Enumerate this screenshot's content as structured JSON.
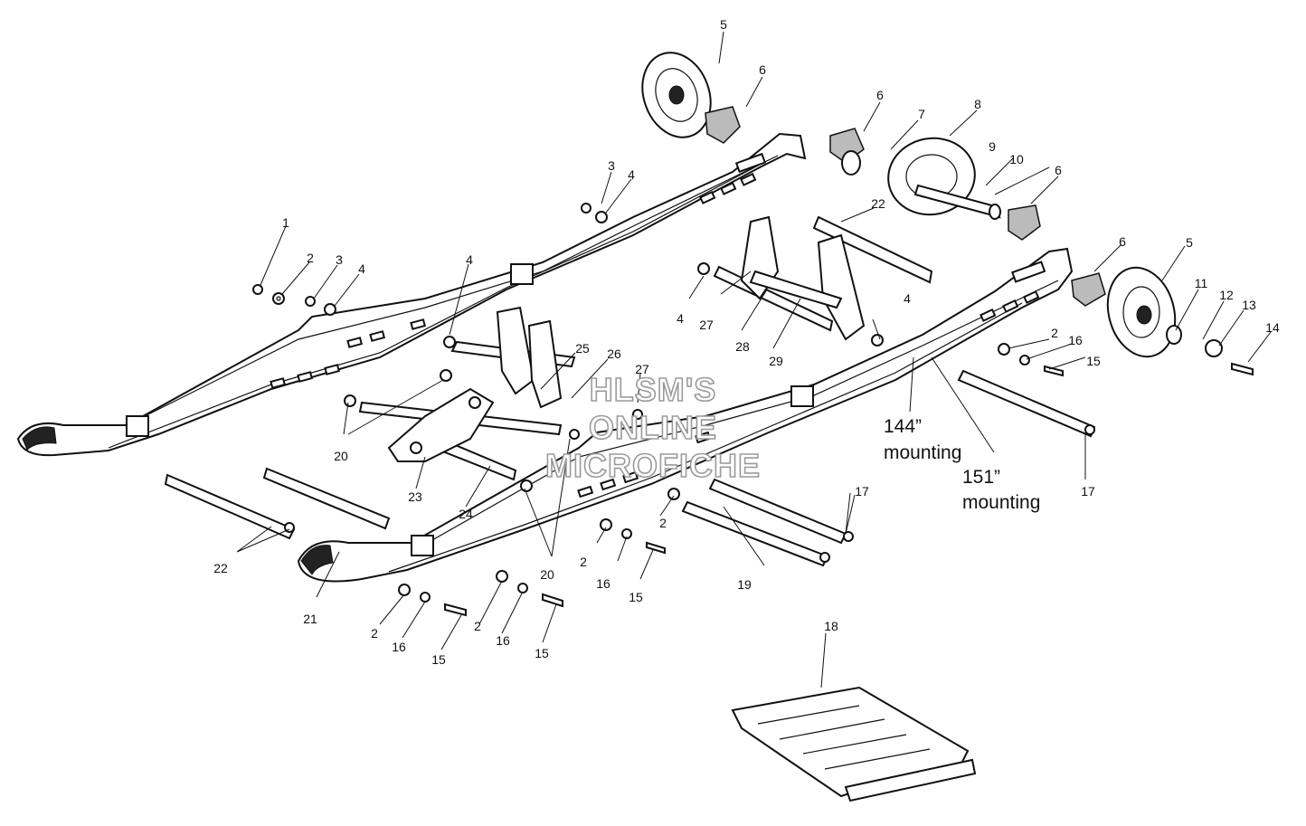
{
  "callouts": [
    {
      "id": "c1",
      "text": "1"
    },
    {
      "id": "c2a",
      "text": "2"
    },
    {
      "id": "c3a",
      "text": "3"
    },
    {
      "id": "c4a",
      "text": "4"
    },
    {
      "id": "c3b",
      "text": "3"
    },
    {
      "id": "c4b",
      "text": "4"
    },
    {
      "id": "c4c",
      "text": "4"
    },
    {
      "id": "c4d",
      "text": "4"
    },
    {
      "id": "c4e",
      "text": "4"
    },
    {
      "id": "c5a",
      "text": "5"
    },
    {
      "id": "c6a",
      "text": "6"
    },
    {
      "id": "c6b",
      "text": "6"
    },
    {
      "id": "c7",
      "text": "7"
    },
    {
      "id": "c8",
      "text": "8"
    },
    {
      "id": "c9",
      "text": "9"
    },
    {
      "id": "c10",
      "text": "10"
    },
    {
      "id": "c6c",
      "text": "6"
    },
    {
      "id": "c6d",
      "text": "6"
    },
    {
      "id": "c5b",
      "text": "5"
    },
    {
      "id": "c11",
      "text": "11"
    },
    {
      "id": "c12",
      "text": "12"
    },
    {
      "id": "c13",
      "text": "13"
    },
    {
      "id": "c14",
      "text": "14"
    },
    {
      "id": "c22a",
      "text": "22"
    },
    {
      "id": "c27a",
      "text": "27"
    },
    {
      "id": "c28",
      "text": "28"
    },
    {
      "id": "c29",
      "text": "29"
    },
    {
      "id": "c2b",
      "text": "2"
    },
    {
      "id": "c16a",
      "text": "16"
    },
    {
      "id": "c15a",
      "text": "15"
    },
    {
      "id": "c25",
      "text": "25"
    },
    {
      "id": "c26",
      "text": "26"
    },
    {
      "id": "c27b",
      "text": "27"
    },
    {
      "id": "c20a",
      "text": "20"
    },
    {
      "id": "c23",
      "text": "23"
    },
    {
      "id": "c24",
      "text": "24"
    },
    {
      "id": "c17a",
      "text": "17"
    },
    {
      "id": "c17b",
      "text": "17"
    },
    {
      "id": "c2c",
      "text": "2"
    },
    {
      "id": "c2d",
      "text": "2"
    },
    {
      "id": "c16b",
      "text": "16"
    },
    {
      "id": "c15b",
      "text": "15"
    },
    {
      "id": "c19",
      "text": "19"
    },
    {
      "id": "c22b",
      "text": "22"
    },
    {
      "id": "c21",
      "text": "21"
    },
    {
      "id": "c20b",
      "text": "20"
    },
    {
      "id": "c2e",
      "text": "2"
    },
    {
      "id": "c16c",
      "text": "16"
    },
    {
      "id": "c15c",
      "text": "15"
    },
    {
      "id": "c2f",
      "text": "2"
    },
    {
      "id": "c16d",
      "text": "16"
    },
    {
      "id": "c15d",
      "text": "15"
    },
    {
      "id": "c18",
      "text": "18"
    }
  ],
  "mounting_144": {
    "line1": "144”",
    "line2": "mounting"
  },
  "mounting_151": {
    "line1": "151”",
    "line2": "mounting"
  },
  "watermark": {
    "line1": "HLSM'S",
    "line2": "ONLINE",
    "line3": "MICROFICHE"
  }
}
